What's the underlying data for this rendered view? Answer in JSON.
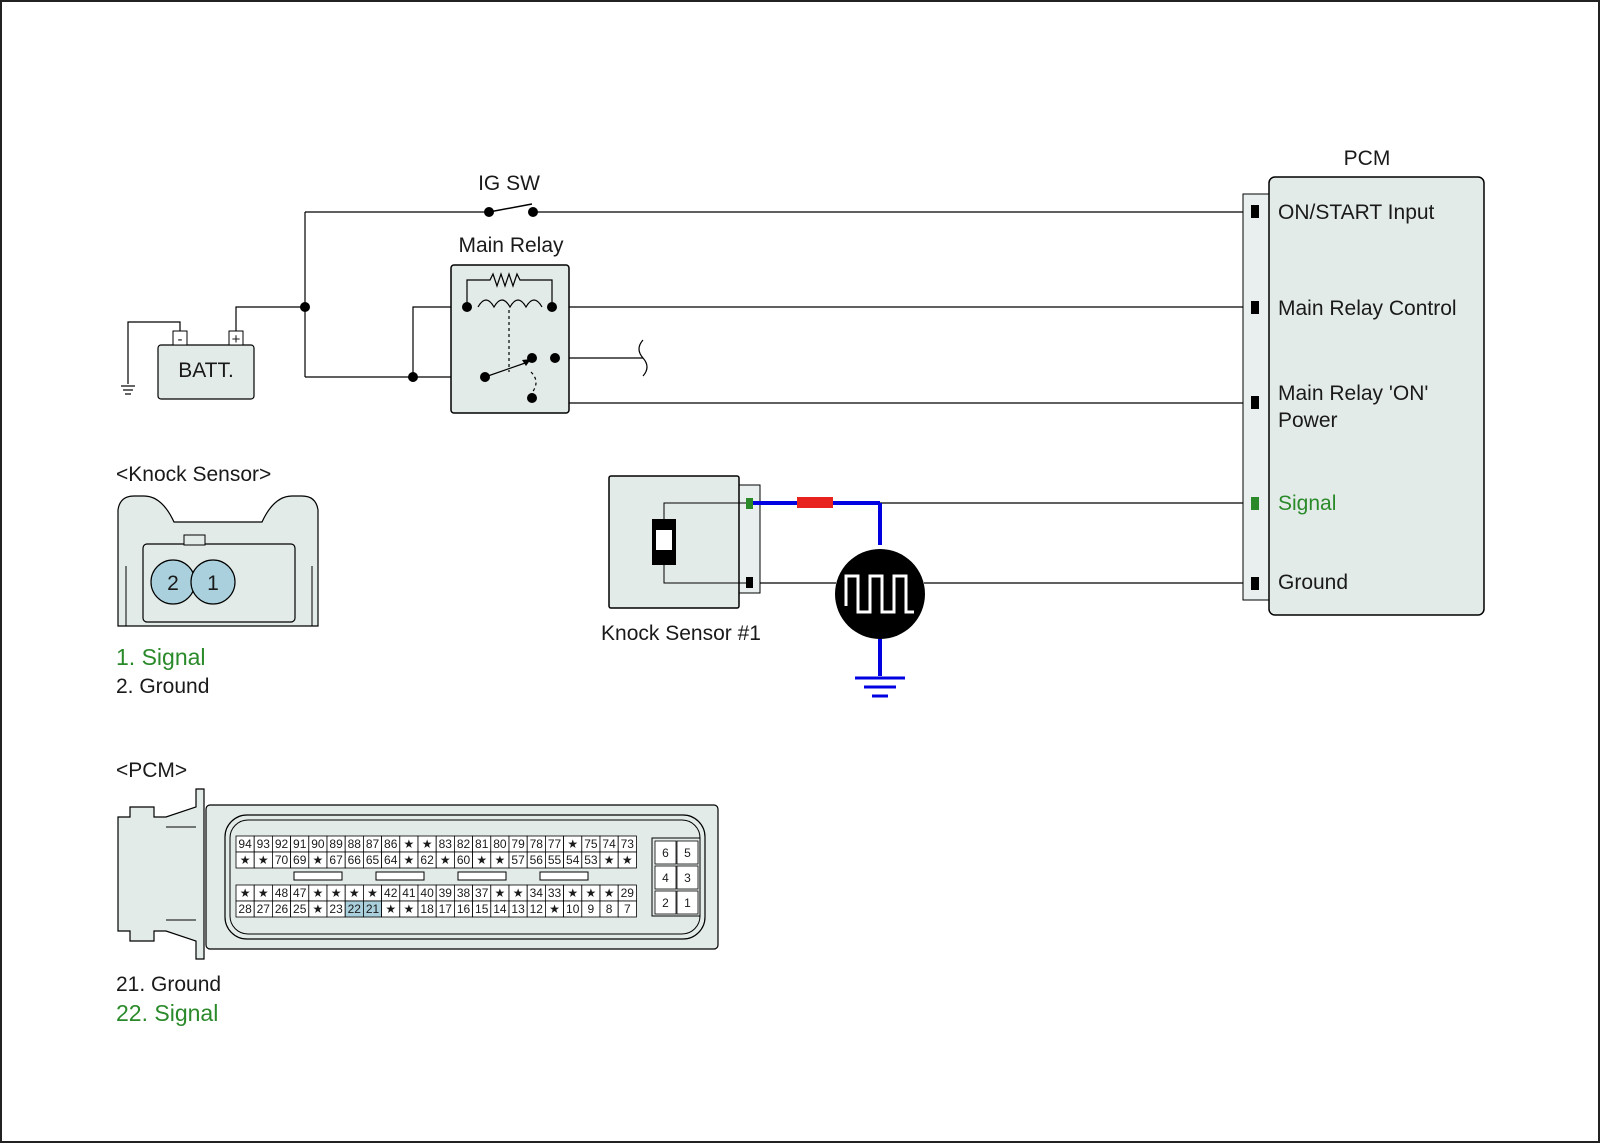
{
  "colors": {
    "wire": "#000000",
    "highlight_wire": "#0000e0",
    "probe": "#e8231f",
    "signal_text": "#2a8a2a",
    "component_fill": "#e3ebe9",
    "connector_fill": "#e8efee",
    "pin_highlight": "#a9d0dc"
  },
  "circuit": {
    "ig_sw_label": "IG SW",
    "main_relay_label": "Main Relay",
    "battery_label": "BATT.",
    "battery_minus": "-",
    "battery_plus": "+",
    "knock_sensor_label": "Knock Sensor #1"
  },
  "pcm": {
    "title": "PCM",
    "terminals": [
      "ON/START Input",
      "Main Relay Control",
      "Main Relay 'ON'",
      "Power",
      "Signal",
      "Ground"
    ]
  },
  "knock_connector": {
    "title": "<Knock Sensor>",
    "pin_left": "2",
    "pin_right": "1",
    "legend": [
      "1. Signal",
      "2. Ground"
    ]
  },
  "pcm_connector": {
    "title": "<PCM>",
    "legend": [
      "21. Ground",
      "22. Signal"
    ],
    "rows": [
      [
        "94",
        "93",
        "92",
        "91",
        "90",
        "89",
        "88",
        "87",
        "86",
        "★",
        "★",
        "83",
        "82",
        "81",
        "80",
        "79",
        "78",
        "77",
        "★",
        "75",
        "74",
        "73"
      ],
      [
        "★",
        "★",
        "70",
        "69",
        "★",
        "67",
        "66",
        "65",
        "64",
        "★",
        "62",
        "★",
        "60",
        "★",
        "★",
        "57",
        "56",
        "55",
        "54",
        "53",
        "★",
        "★"
      ],
      [
        "★",
        "★",
        "48",
        "47",
        "★",
        "★",
        "★",
        "★",
        "42",
        "41",
        "40",
        "39",
        "38",
        "37",
        "★",
        "★",
        "34",
        "33",
        "★",
        "★",
        "★",
        "29"
      ],
      [
        "28",
        "27",
        "26",
        "25",
        "★",
        "23",
        "22",
        "21",
        "★",
        "★",
        "18",
        "17",
        "16",
        "15",
        "14",
        "13",
        "12",
        "★",
        "10",
        "9",
        "8",
        "7"
      ]
    ],
    "highlighted": [
      "22",
      "21"
    ],
    "small_block": [
      [
        "6",
        "5"
      ],
      [
        "4",
        "3"
      ],
      [
        "2",
        "1"
      ]
    ]
  }
}
